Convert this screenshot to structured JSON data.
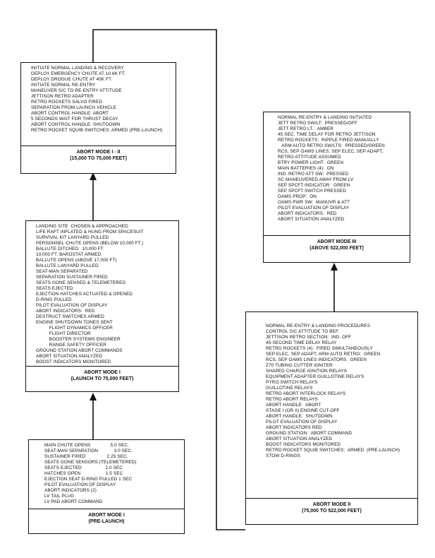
{
  "boxes": {
    "mode_1_2": {
      "lines": [
        "INITIATE NORMAL LANDING & RECOVERY",
        "DEPLOY EMERGENCY CHUTE AT 10.6K FT.",
        "DEPLOY DROGUE CHUTE AT 40K FT.",
        "INITIATE NORMAL RE-ENTRY",
        "MANEUVER S/C TO RE-ENTRY ATTITUDE",
        "JETTISON RETRO ADAPTER",
        "RETRO ROCKETS SALVO FIRED",
        "SEPARATION FROM LAUNCH VEHICLE",
        "ABORT CONTROL HANDLE: ABORT",
        "5 SECONDS WAIT FOR THRUST DECAY",
        "ABORT CONTROL HANDLE: SHUTDOWN",
        "RETRO ROCKET SQUIB SWITCHES: ARMED (PRE-LAUNCH)"
      ],
      "title": "ABORT MODE I - II",
      "subtitle": "(15,000 TO 75,000 FEET)"
    },
    "mode_1": {
      "lines": [
        "LANDING SITE  CHOSEN & APPROACHED",
        "LIFE RAFT INFLATED & HUNG FROM SPACESUIT",
        "SURVIVAL KIT LANYARD PULLED",
        "PERSONNEL CHUTE OPENS (BELOW 10,000 FT.)",
        "BALLUTE DITCHED:  10,000 FT",
        "10,000 FT. BAROSTAT ARMED",
        "BALLUTE OPENS (ABOVE 17,000 FT)",
        "BALLUTE LANYARD PULLED",
        "SEAT-MAN SEPARATED",
        "SEPARATION SUSTAINER FIRED",
        "SEATS GONE SENSED & TELEMETERED",
        "SEATS EJECTED",
        "EJECTION HATCHES ACTUATED & OPENED",
        "D-RING PULLED",
        "PILOT EVALUATION OF DISPLAY",
        "ABORT INDICATORS:  RED",
        "DESTRUCT SWITCHES ARMED",
        "ENGINE SHUTDOWN TONES SENT",
        "          FLIGHT DYNAMICS OFFICER",
        "          FLIGHT DIRECTOR",
        "          BOOSTER SYSTEMS ENGINEER",
        "          RANGE SAFETY OFFICER",
        "GROUND STATION ABORT COMMANDS",
        "ABORT SITUATION ANALYZED",
        "BOOST INDICATORS MONITORED"
      ],
      "title": "ABORT MODE I",
      "subtitle": "(LAUNCH TO 75,000 FEET)"
    },
    "pre_launch": {
      "lines": [
        "MAIN CHUTE OPENS               5.0 SEC.",
        "SEAT-MAN SEPARATION            3.0 SEC.",
        "SUSTAINER FIRED                2.25 SEC.",
        "SEATS GONE SENSORS (TELEMETERED)",
        "SEATS EJECTED                  2.0 SEC",
        "HATCHES OPEN                   1.5 SEC",
        "EJECTION SEAT D-RING PULLED 1 SEC",
        "PILOT EVALUATION OF DISPLAY",
        "ABORT INDICATORS (2)",
        "LV TAIL PLUG",
        "LV PAD ABORT COMMAND"
      ],
      "title": "ABORT MODE I",
      "subtitle": "(PRE-LAUNCH)"
    },
    "mode_3": {
      "lines": [
        "NORMAL RE-ENTRY & LANDING INITIATED",
        "JETT RETRO SW/LT:  PRESSED/OFF",
        "JETT RETRO LT.:  AMBER",
        "45 SEC. TIME DELAY FOR RETRO JETTISON",
        "RETRO ROCKETS:  RIPPLE FIRED MANUALLY",
        "   ARM AUTO RETRO SW/LTS:  PRESSED/GREEN",
        "RCS, SEP OAMS LINES, SEP ELEC, SEP ADAPT,",
        "RETRO ATTITUDE ASSUMED",
        "BTRY POWER LIGHT:  GREEN",
        "MAIN BATTERIES (4):  ON",
        "IND. RETRO ATT SW:  PRESSED",
        "SC MANEUVERED AWAY FROM LV",
        "SEP SPCFT INDICATOR:  GREEN",
        "SEP SPCFT SWITCH PRESSED",
        "OAMS PROP:  ON",
        "OAMS PWR SW:  MANUVR & ATT",
        "PILOT EVALUATION OF DISPLAY",
        "ABORT INDICATORS:  RED",
        "ABORT SITUATION ANALYZED"
      ],
      "title": "ABORT MODE III",
      "subtitle": "(ABOVE 522,000 FEET)"
    },
    "mode_2": {
      "lines": [
        "NORMAL RE-ENTRY & LANDING PROCEDURES",
        "CONTROL S/C ATTITUDE TO BEF.",
        "JETTISON RETRO SECTION:  IND. OFF",
        "45-SECOND TIME DELAY RELAY",
        "RETRO ROCKETS (4):  FIRED SIMULTANEOUSLY",
        "SEP ELEC, SEP ADAPT, ARM AUTO RETRO:  GREEN",
        "RCS, SEP OAMS LINES INDICATORS:  GREEN",
        "Z70 TUBING CUTTER IGNITER",
        "SHAPED CHARGE IGNITION RELAYS",
        "EQUIPMENT ADAPTER GUILLOTINE RELAYS",
        "PYRO SWITCH RELAYS",
        "GUILLOTINE RELAYS",
        "RETRO ABORT INTERLOCK RELAYS",
        "RETRO ABORT RELAYS",
        "ABORT HANDLE:  ABORT",
        "STAGE I (OR II) ENGINE CUT-OFF",
        "ABORT HANDLE:  SHUTDOWN",
        "PILOT EVALUATION OF DISPLAY",
        "ABORT INDICATORS RED",
        "GROUND STATION:  ABORT COMMAND",
        "ABORT SITUATION ANALYZED",
        "BOOST INDICATORS MONITORED",
        "RETRO ROCKET SQUIB SWITCHES:  ARMED  (PRE-LAUNCH)",
        "STOW D-RINGS"
      ],
      "title": "ABORT MODE II",
      "subtitle": "(75,000 TO 522,000 FEET)"
    }
  },
  "caption": "",
  "colors": {
    "ink": "#111111",
    "paper": "#ffffff"
  }
}
